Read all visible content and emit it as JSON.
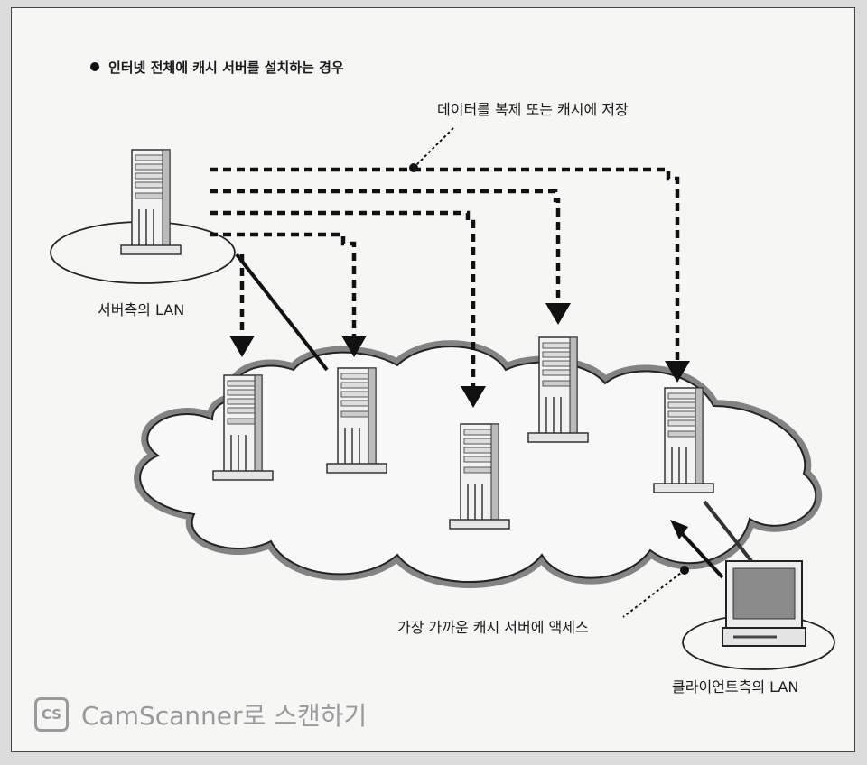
{
  "title": "인터넷 전체에 캐시 서버를 설치하는 경우",
  "labels": {
    "cache_note": "데이터를 복제 또는 캐시에 저장",
    "server_lan": "서버측의 LAN",
    "access_note": "가장 가까운 캐시 서버에 액세스",
    "client_lan": "클라이언트측의 LAN"
  },
  "watermark": {
    "logo": "CS",
    "text": "CamScanner로 스캔하기"
  }
}
